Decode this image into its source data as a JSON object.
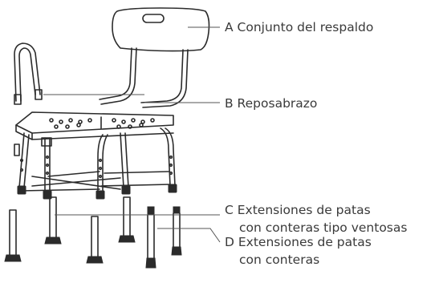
{
  "labels": {
    "a": "A Conjunto del respaldo",
    "b": "B Reposabrazo",
    "c_line1": "C Extensiones de patas",
    "c_line2": "con conteras tipo ventosas",
    "d_line1": "D Extensiones de patas",
    "d_line2": "con conteras"
  },
  "colors": {
    "line": "#2b2b2b",
    "text": "#3a3a3a",
    "background": "#ffffff"
  }
}
